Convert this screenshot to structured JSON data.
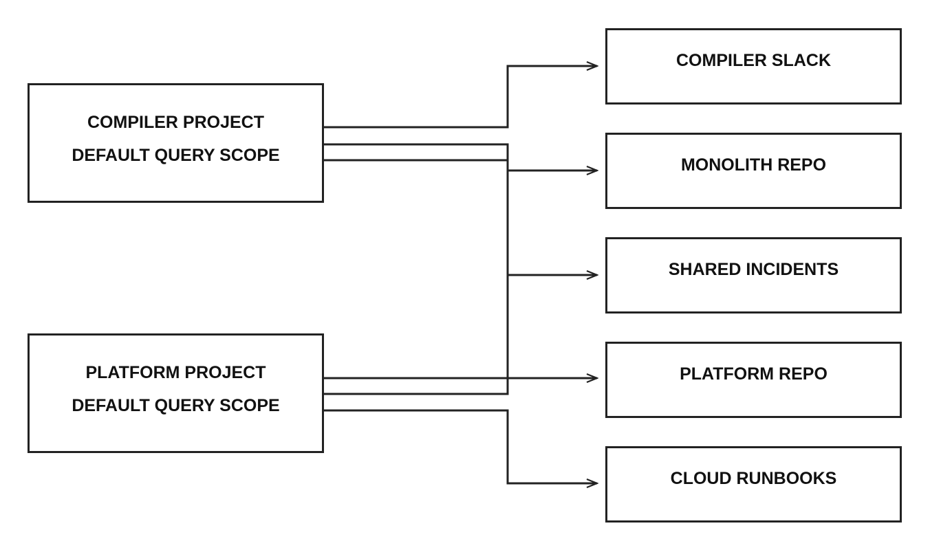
{
  "sources": [
    {
      "id": "compiler-project",
      "lines": [
        "COMPILER PROJECT",
        "DEFAULT QUERY SCOPE"
      ]
    },
    {
      "id": "platform-project",
      "lines": [
        "PLATFORM PROJECT",
        "DEFAULT QUERY SCOPE"
      ]
    }
  ],
  "targets": [
    {
      "id": "compiler-slack",
      "label": "COMPILER SLACK"
    },
    {
      "id": "monolith-repo",
      "label": "MONOLITH REPO"
    },
    {
      "id": "shared-incidents",
      "label": "SHARED INCIDENTS"
    },
    {
      "id": "platform-repo",
      "label": "PLATFORM REPO"
    },
    {
      "id": "cloud-runbooks",
      "label": "CLOUD RUNBOOKS"
    }
  ],
  "connections": [
    {
      "from": "compiler-project",
      "to": "compiler-slack"
    },
    {
      "from": "compiler-project",
      "to": "monolith-repo"
    },
    {
      "from": "compiler-project",
      "to": "shared-incidents"
    },
    {
      "from": "platform-project",
      "to": "shared-incidents"
    },
    {
      "from": "platform-project",
      "to": "platform-repo"
    },
    {
      "from": "platform-project",
      "to": "cloud-runbooks"
    }
  ],
  "colors": {
    "line": "#222222",
    "border": "#222222",
    "text": "#111111",
    "background": "#ffffff"
  }
}
